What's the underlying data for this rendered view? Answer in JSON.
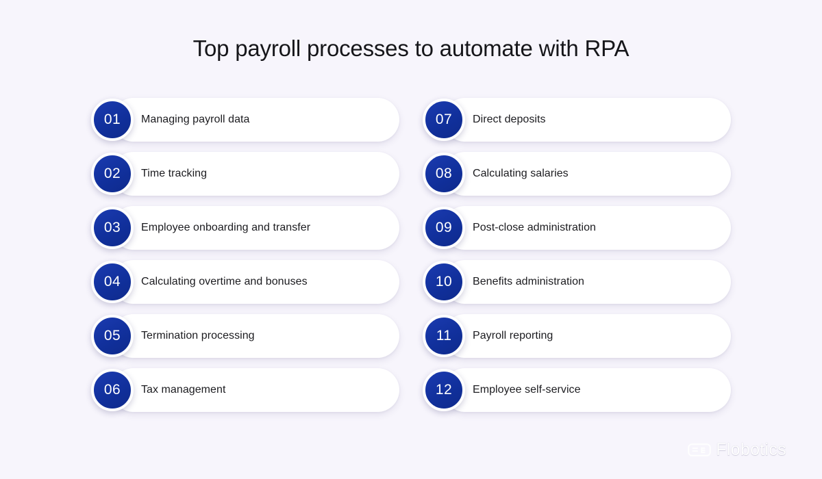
{
  "page": {
    "title": "Top payroll processes to automate with RPA",
    "background_color": "#f7f5fc",
    "accent_color": "#11309c",
    "text_color": "#1b1b1f"
  },
  "cards": [
    {
      "number": "01",
      "label": "Managing payroll data"
    },
    {
      "number": "07",
      "label": "Direct deposits"
    },
    {
      "number": "02",
      "label": "Time tracking"
    },
    {
      "number": "08",
      "label": "Calculating salaries"
    },
    {
      "number": "03",
      "label": "Employee onboarding and transfer"
    },
    {
      "number": "09",
      "label": "Post-close administration"
    },
    {
      "number": "04",
      "label": "Calculating overtime and bonuses"
    },
    {
      "number": "10",
      "label": "Benefits administration"
    },
    {
      "number": "05",
      "label": "Termination processing"
    },
    {
      "number": "11",
      "label": "Payroll reporting"
    },
    {
      "number": "06",
      "label": "Tax management"
    },
    {
      "number": "12",
      "label": "Employee self-service"
    }
  ],
  "brand": {
    "name": "Flobotics",
    "mark_icon": "robot-face-icon",
    "color": "#ffffff"
  }
}
